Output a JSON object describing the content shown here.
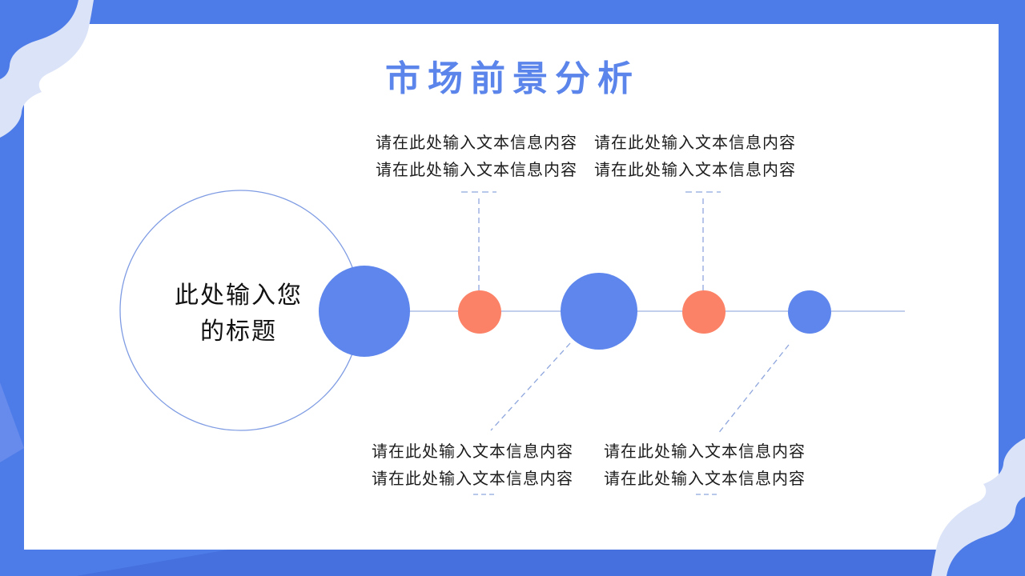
{
  "slide": {
    "title": "市场前景分析",
    "center_circle": {
      "line1": "此处输入您",
      "line2": "的标题"
    },
    "text_blocks": {
      "top_left": {
        "line1": "请在此处输入文本信息内容",
        "line2": "请在此处输入文本信息内容"
      },
      "top_right": {
        "line1": "请在此处输入文本信息内容",
        "line2": "请在此处输入文本信息内容"
      },
      "bottom_left": {
        "line1": "请在此处输入文本信息内容",
        "line2": "请在此处输入文本信息内容"
      },
      "bottom_right": {
        "line1": "请在此处输入文本信息内容",
        "line2": "请在此处输入文本信息内容"
      }
    },
    "timeline": {
      "nodes": [
        {
          "name": "node-1",
          "size": "large",
          "color": "#5e86ec"
        },
        {
          "name": "node-2",
          "size": "small",
          "color": "#fb8266"
        },
        {
          "name": "node-3",
          "size": "medium",
          "color": "#5e86ec"
        },
        {
          "name": "node-4",
          "size": "small",
          "color": "#fb8266"
        },
        {
          "name": "node-5",
          "size": "small",
          "color": "#5e86ec"
        }
      ]
    },
    "colors": {
      "frame": "#4d7ce8",
      "frame_dark_stripe": "#4570dd",
      "ribbon": "#dbe3f8",
      "title": "#5b85ea",
      "node_blue": "#5e86ec",
      "node_orange": "#fb8266",
      "outline_circle_stroke": "#7f9ce3",
      "connector_line": "#9db0e0",
      "dashed_line": "#8ea6dd",
      "body_text": "#1c1c1c",
      "card_background": "#ffffff"
    }
  }
}
